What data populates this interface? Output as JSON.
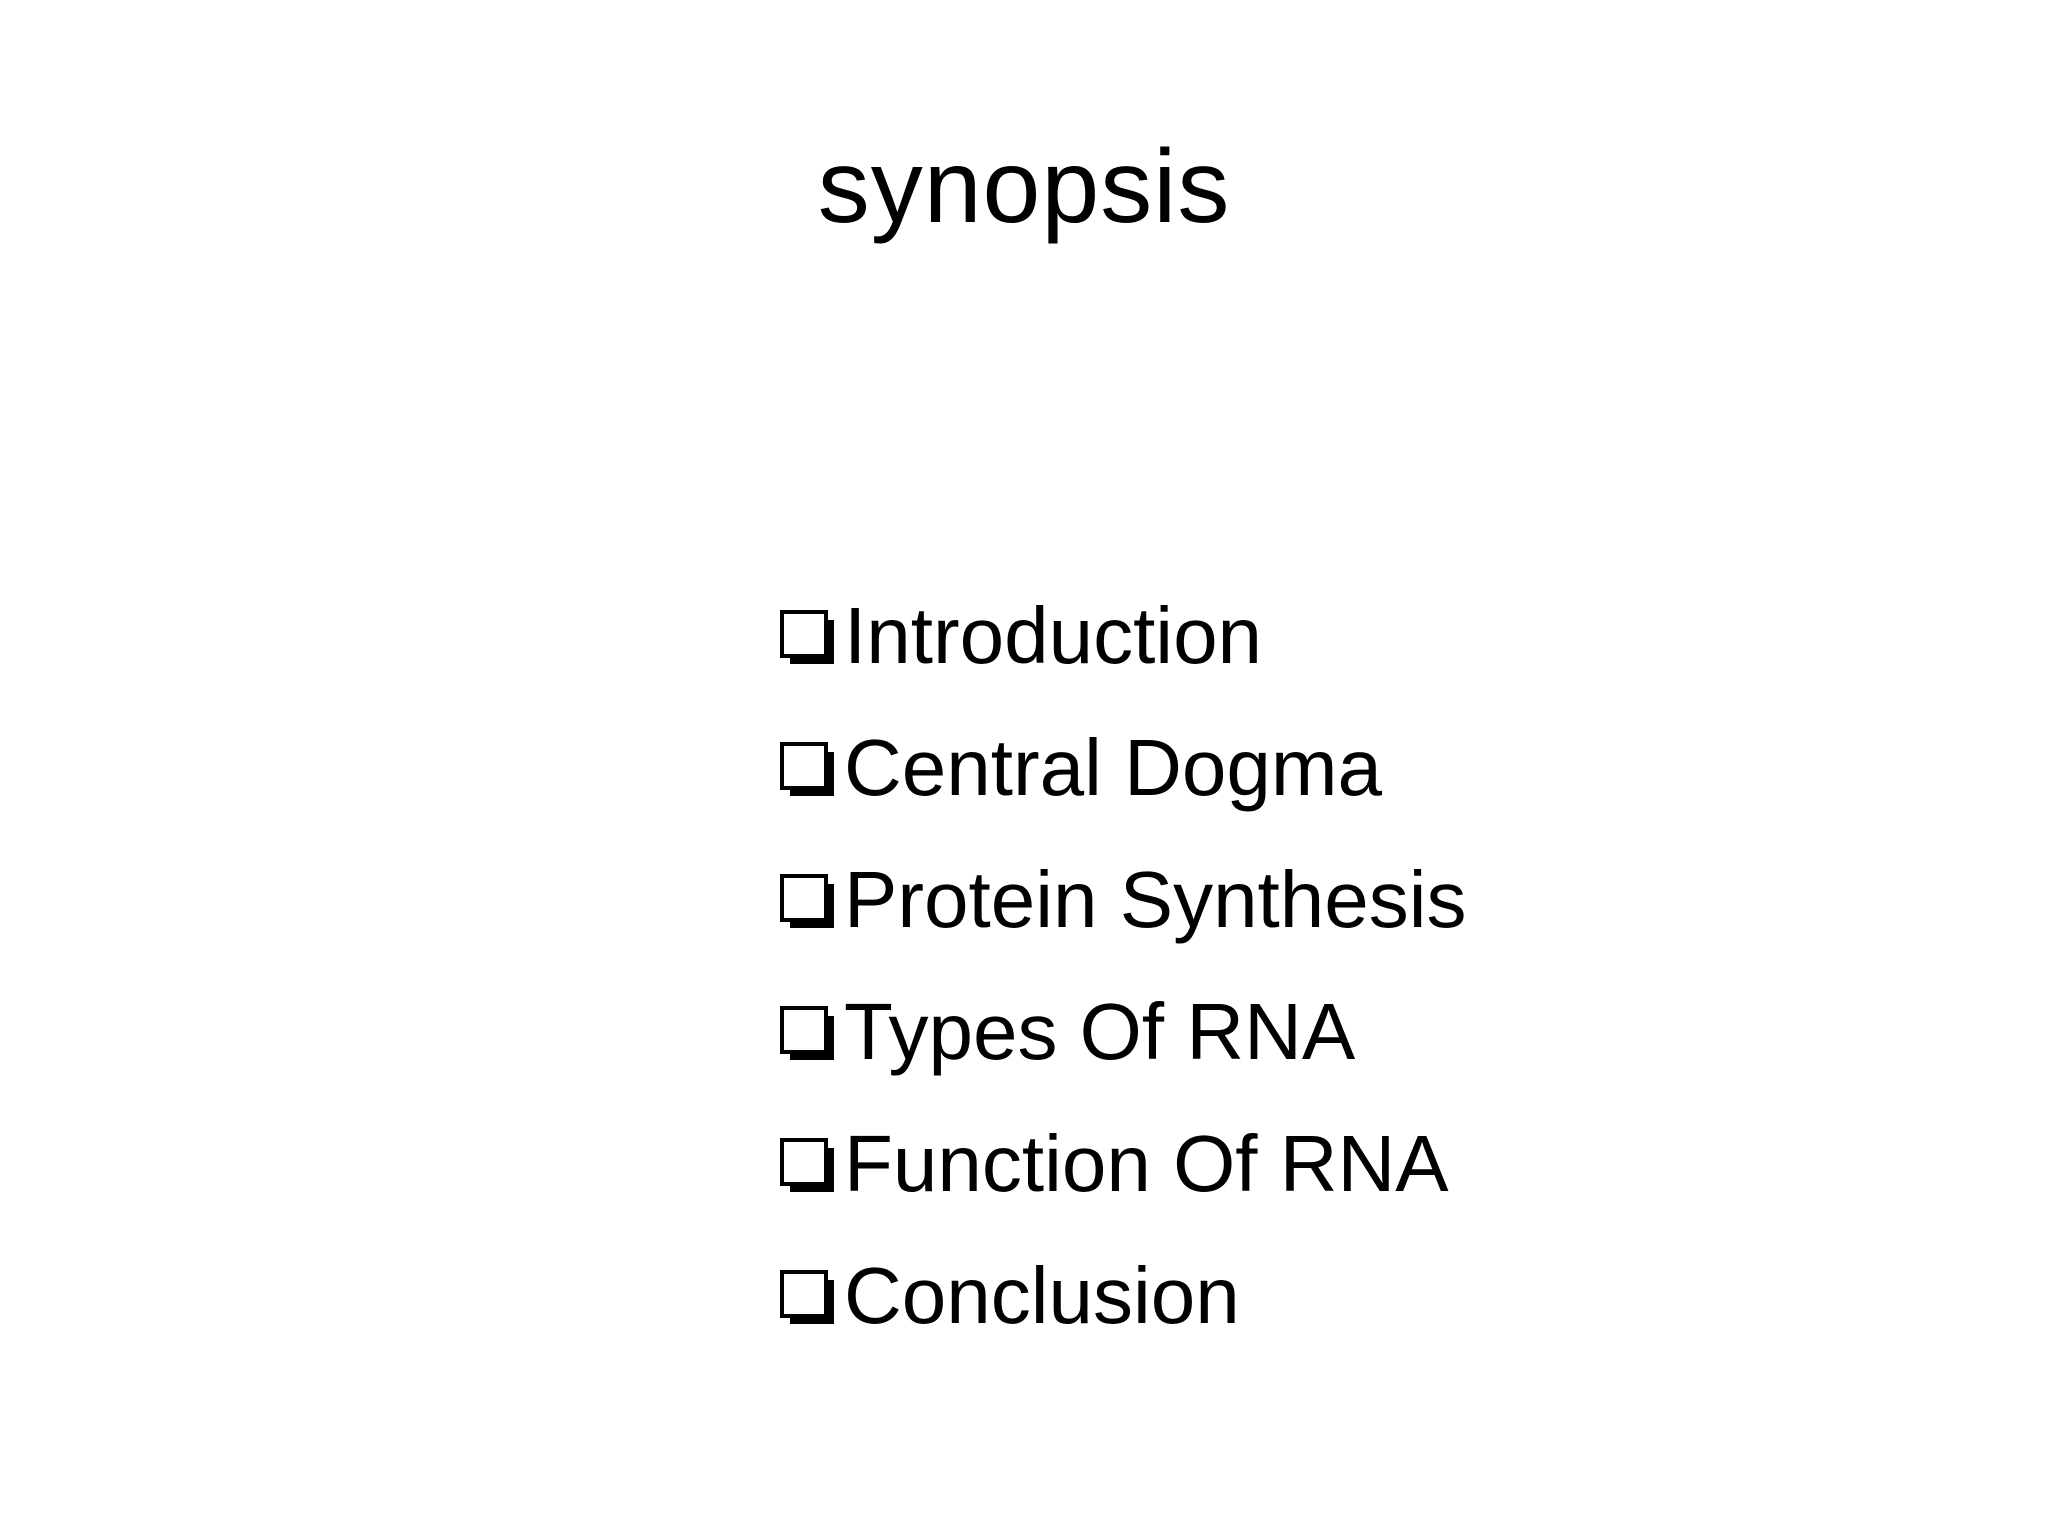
{
  "slide": {
    "title": "synopsis",
    "items": [
      {
        "label": "Introduction",
        "icon": "checkbox-bullet-icon"
      },
      {
        "label": "Central Dogma",
        "icon": "checkbox-bullet-icon"
      },
      {
        "label": "Protein Synthesis",
        "icon": "checkbox-bullet-icon"
      },
      {
        "label": "Types Of RNA",
        "icon": "checkbox-bullet-icon"
      },
      {
        "label": "Function Of RNA",
        "icon": "checkbox-bullet-icon"
      },
      {
        "label": "Conclusion",
        "icon": "checkbox-bullet-icon"
      }
    ]
  },
  "colors": {
    "background": "#ffffff",
    "text": "#000000"
  }
}
